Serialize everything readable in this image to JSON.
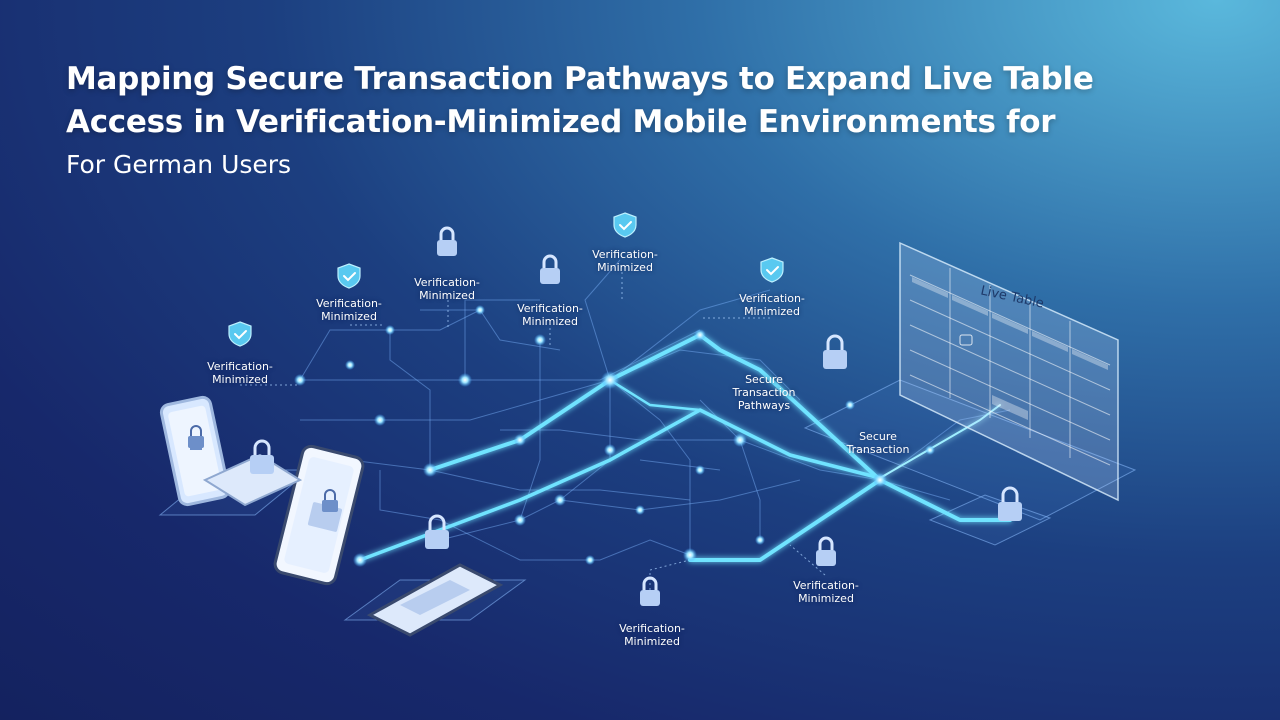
{
  "title": {
    "line1": "Mapping Secure Transaction Pathways to Expand Live Table",
    "line2": "Access in Verification-Minimized Mobile Environments for"
  },
  "subtitle": "For German Users",
  "labels": {
    "verification_line1": "Verification-",
    "verification_line2": "Minimized",
    "pathways_line1": "Secure",
    "pathways_line2": "Transaction",
    "pathways_line3": "Pathways",
    "transaction_line1": "Secure",
    "transaction_line2": "Transaction",
    "live_table": "Live Table"
  },
  "icons": {
    "shield": "shield-check-icon",
    "lock": "padlock-icon",
    "phone": "smartphone-icon",
    "table": "live-table-panel"
  },
  "colors": {
    "background_top": "#5ab8dc",
    "background_bottom": "#14225f",
    "pathway_glow": "#6fe3ff",
    "network_line": "#7fb6ff",
    "shield": "#59c9f0"
  }
}
